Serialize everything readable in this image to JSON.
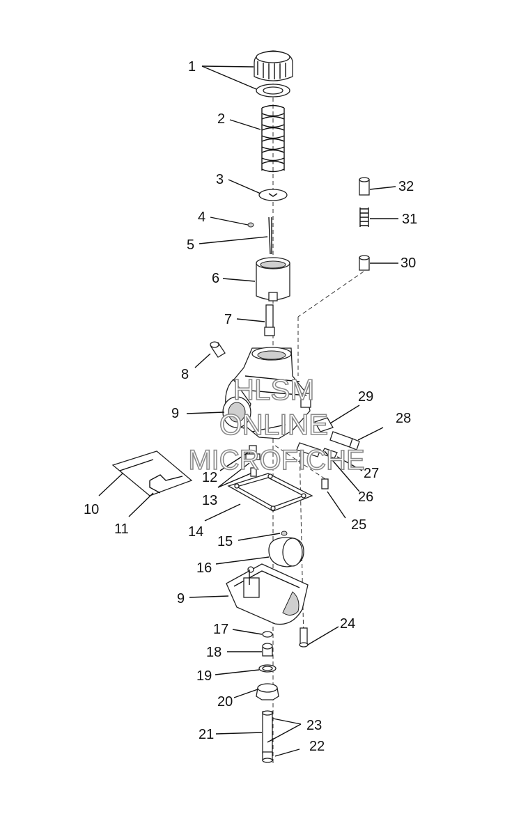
{
  "watermark": {
    "line1": "HLSM",
    "line2": "ONLINE",
    "line3": "MICROFICHE"
  },
  "callouts": [
    "1",
    "2",
    "3",
    "4",
    "5",
    "6",
    "7",
    "8",
    "9",
    "9",
    "10",
    "11",
    "12",
    "13",
    "14",
    "15",
    "16",
    "17",
    "18",
    "19",
    "20",
    "21",
    "22",
    "23",
    "24",
    "25",
    "26",
    "27",
    "28",
    "29",
    "30",
    "31",
    "32"
  ]
}
